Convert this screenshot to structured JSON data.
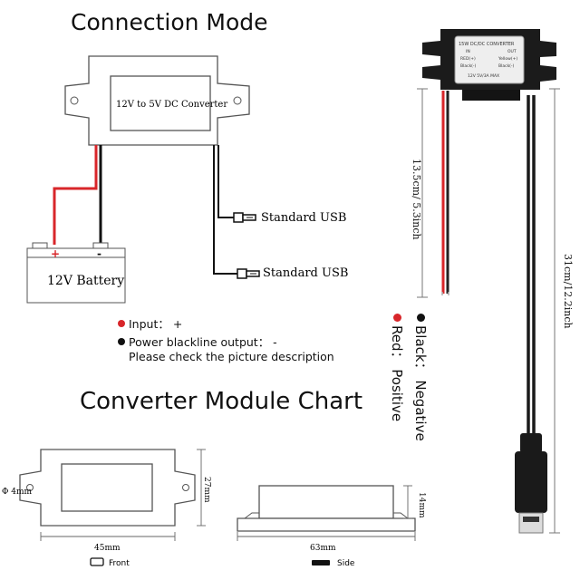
{
  "headings": {
    "connection_mode": "Connection Mode",
    "converter_chart": "Converter Module Chart"
  },
  "connection": {
    "converter_label": "12V to 5V DC Converter",
    "usb_label_1": "Standard USB",
    "usb_label_2": "Standard USB",
    "battery_label": "12V Battery",
    "battery_plus": "+",
    "battery_minus": "-"
  },
  "legend": {
    "input": "Input： +",
    "power_output": "Power blackline output： -",
    "note": "Please check the picture description"
  },
  "product": {
    "label_line1": "15W  DC/DC  CONVERTER",
    "label_in": "IN",
    "label_out": "OUT",
    "label_red": "RED(+)",
    "label_yellow": "Yellow(+)",
    "label_black_in": "Black(-)",
    "label_black_out": "Black(-)",
    "label_spec": "12V    5V/3A    MAX",
    "dim_short": "13.5cm/ 5.3inch",
    "dim_long": "31cm/12.2inch",
    "wire_black": "Black： Negative",
    "wire_red": "Red： Positive"
  },
  "chart": {
    "hole": "Φ 4mm",
    "height_front": "27mm",
    "width_front": "45mm",
    "width_side": "63mm",
    "height_side": "14mm",
    "front_label": "Front",
    "side_label": "Side"
  },
  "colors": {
    "red_wire": "#d8262a",
    "black_wire": "#111111",
    "outline": "#444444"
  }
}
